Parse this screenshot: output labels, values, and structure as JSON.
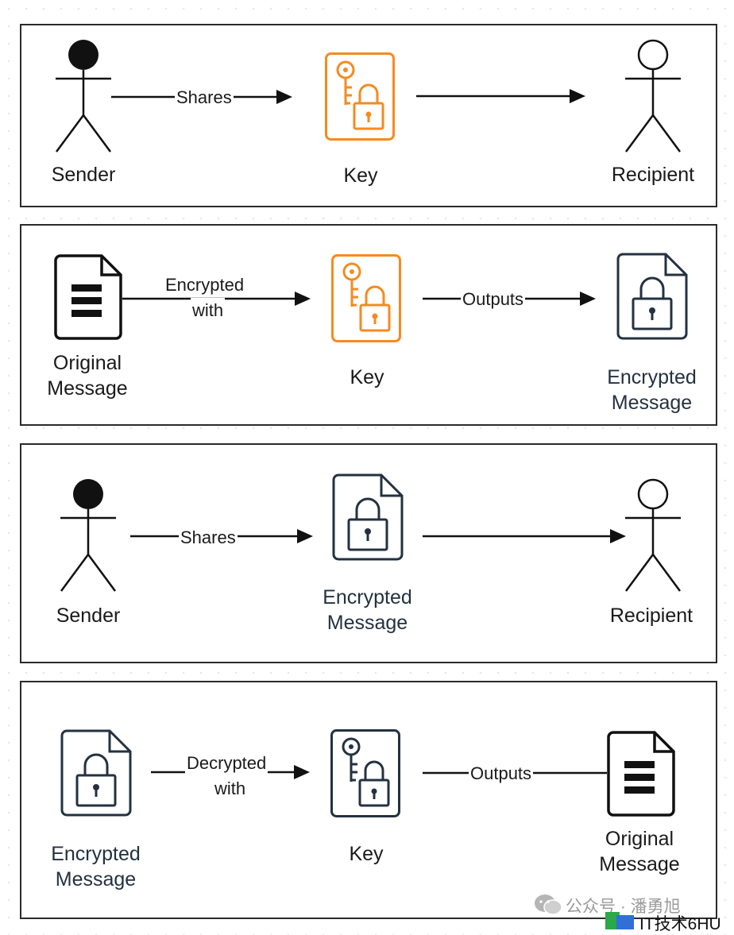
{
  "colors": {
    "orange": "#f58b1f",
    "dark": "#243140",
    "black": "#111111"
  },
  "panels": [
    {
      "left": {
        "type": "person-filled",
        "label": "Sender"
      },
      "arrow1_label": "Shares",
      "center": {
        "type": "key-icon-orange",
        "label": "Key"
      },
      "arrow2_label": "",
      "right": {
        "type": "person-outline",
        "label": "Recipient"
      }
    },
    {
      "left": {
        "type": "document-icon",
        "label_line1": "Original",
        "label_line2": "Message"
      },
      "arrow1_label_line1": "Encrypted",
      "arrow1_label_line2": "with",
      "center": {
        "type": "key-icon-orange",
        "label": "Key"
      },
      "arrow2_label": "Outputs",
      "right": {
        "type": "encrypted-document-icon",
        "label_line1": "Encrypted",
        "label_line2": "Message"
      }
    },
    {
      "left": {
        "type": "person-filled",
        "label": "Sender"
      },
      "arrow1_label": "Shares",
      "center": {
        "type": "encrypted-document-icon",
        "label_line1": "Encrypted",
        "label_line2": "Message"
      },
      "arrow2_label": "",
      "right": {
        "type": "person-outline",
        "label": "Recipient"
      }
    },
    {
      "left": {
        "type": "encrypted-document-icon",
        "label_line1": "Encrypted",
        "label_line2": "Message"
      },
      "arrow1_label_line1": "Decrypted",
      "arrow1_label_line2": "with",
      "center": {
        "type": "key-icon-dark",
        "label": "Key"
      },
      "arrow2_label": "Outputs",
      "right": {
        "type": "document-icon",
        "label_line1": "Original",
        "label_line2": "Message"
      }
    }
  ],
  "watermark": {
    "prefix": "公众号 · 潘勇旭",
    "brand": "IT技术6HU"
  }
}
